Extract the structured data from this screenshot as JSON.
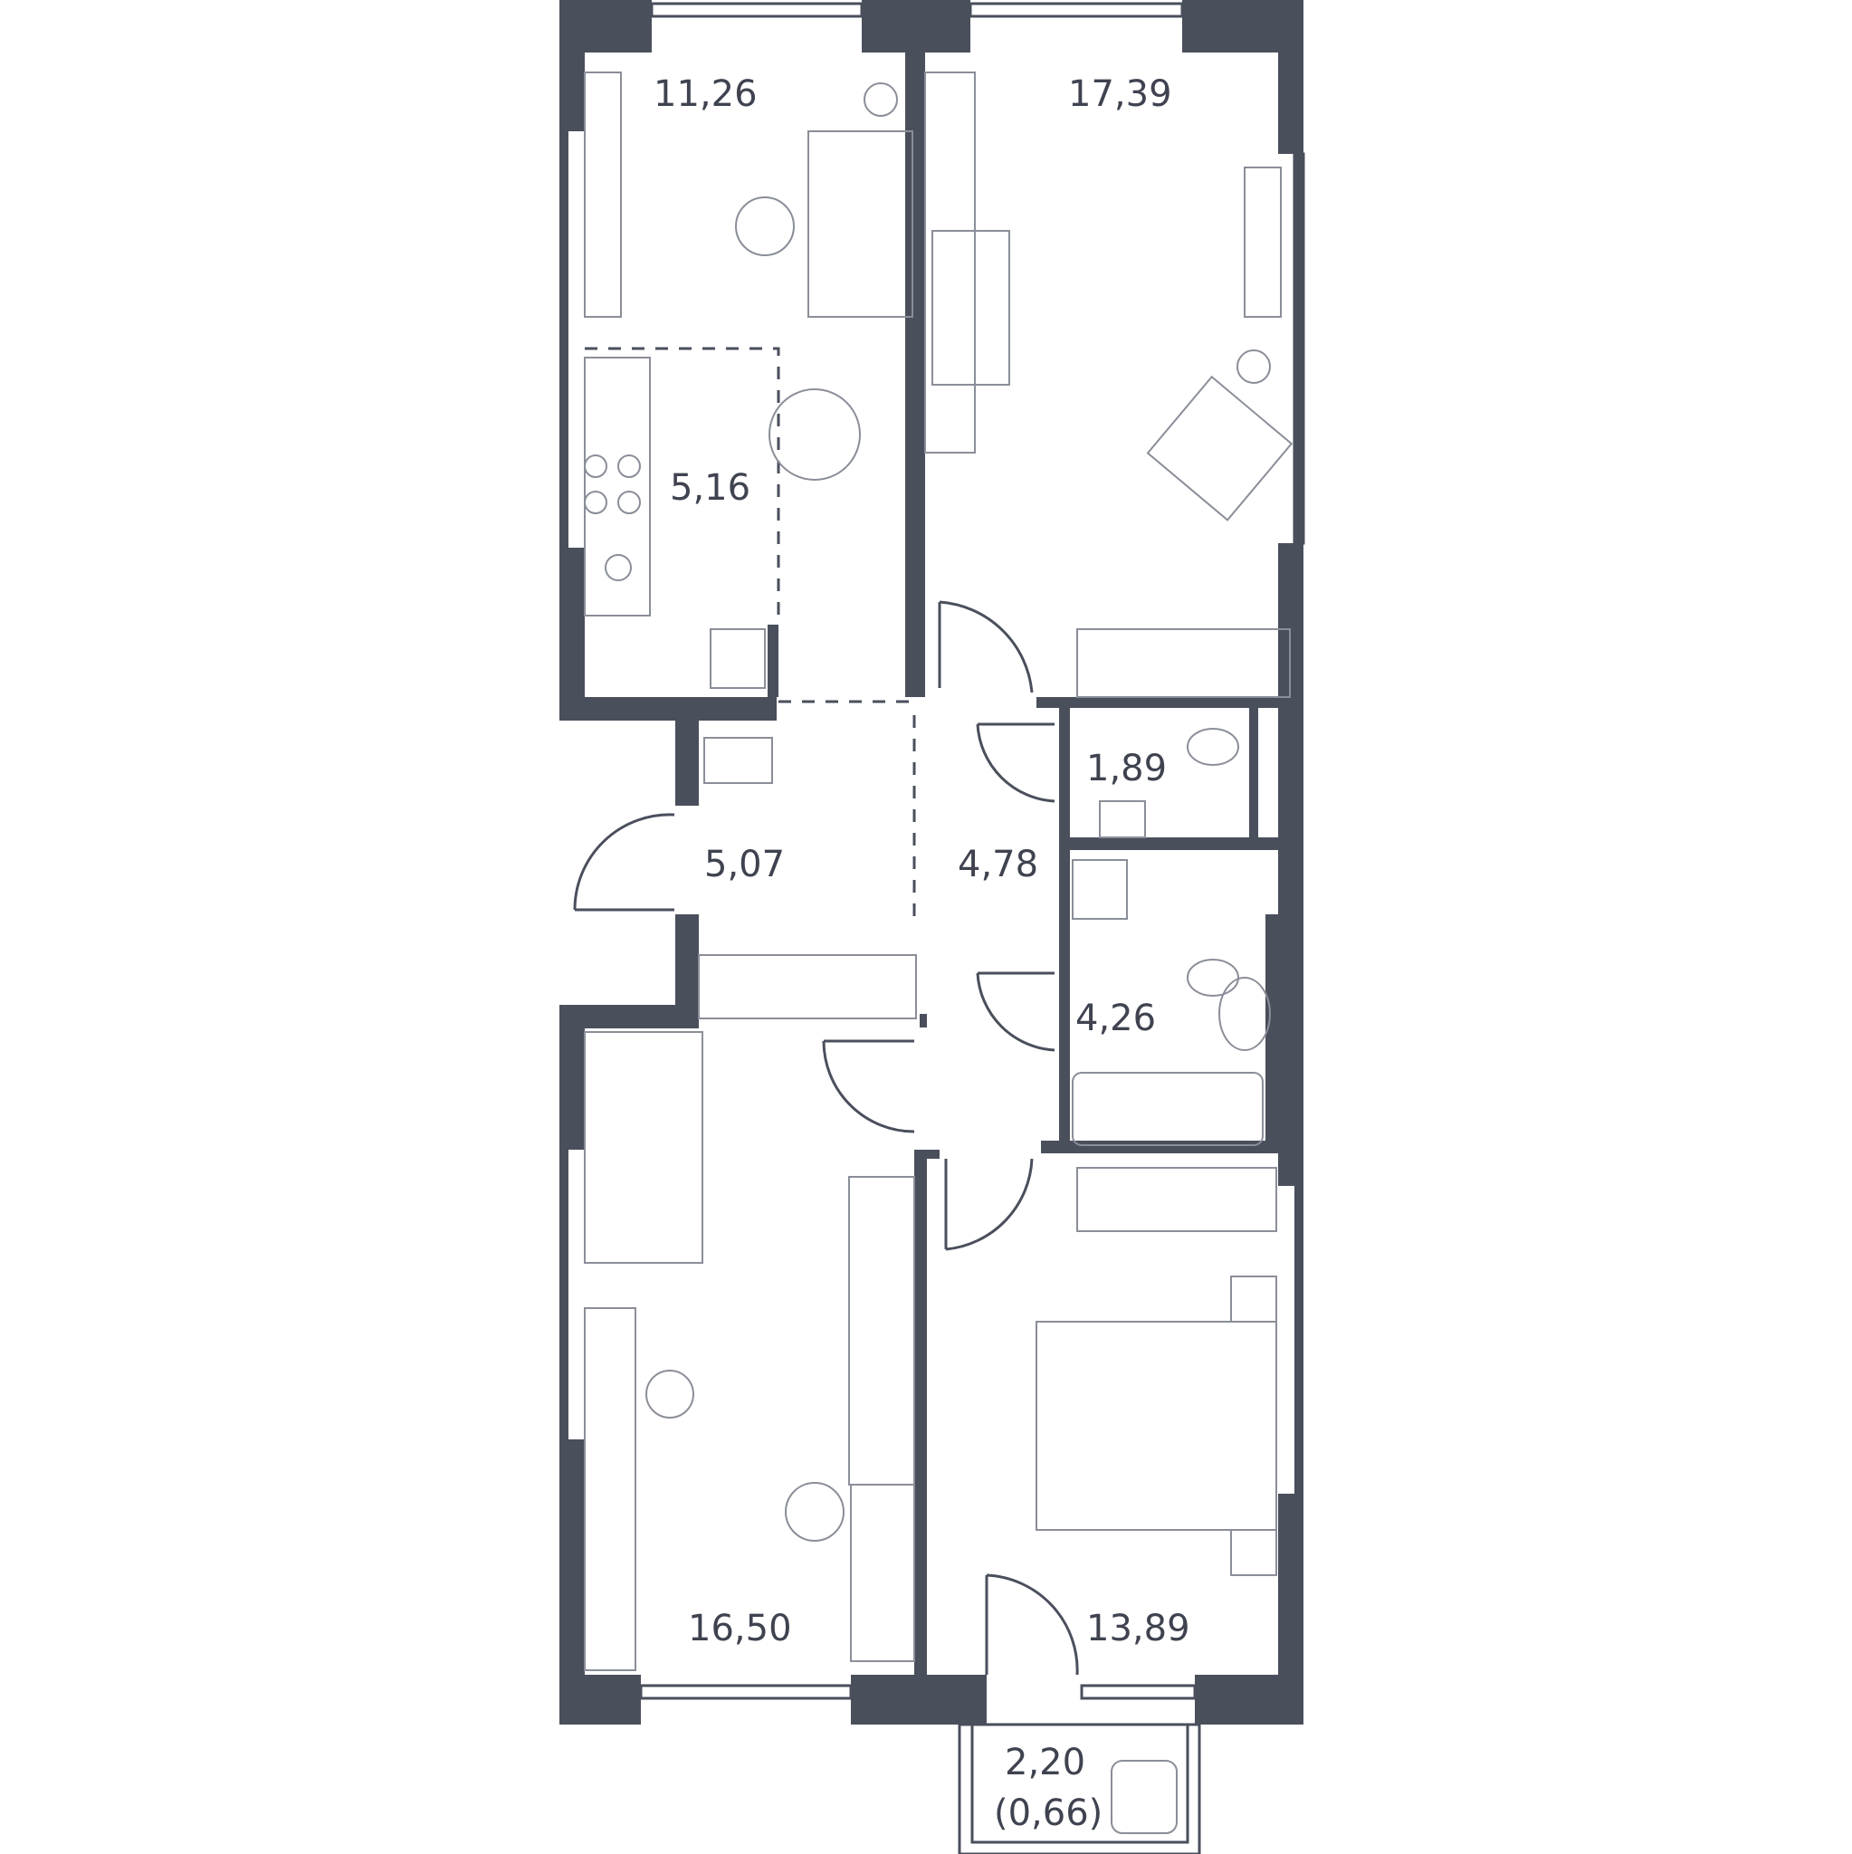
{
  "rooms": [
    {
      "id": "living",
      "area": "11,26"
    },
    {
      "id": "bedroom-ne",
      "area": "17,39"
    },
    {
      "id": "kitchen",
      "area": "5,16"
    },
    {
      "id": "wc",
      "area": "1,89"
    },
    {
      "id": "entry",
      "area": "5,07"
    },
    {
      "id": "hall",
      "area": "4,78"
    },
    {
      "id": "bathroom",
      "area": "4,26"
    },
    {
      "id": "bedroom-sw",
      "area": "16,50"
    },
    {
      "id": "bedroom-se",
      "area": "13,89"
    },
    {
      "id": "balcony",
      "area": "2,20",
      "reduced_area": "(0,66)"
    }
  ],
  "colors": {
    "wall": "#4a4f5c",
    "text": "#3f4350",
    "furniture": "#8a8e98"
  }
}
